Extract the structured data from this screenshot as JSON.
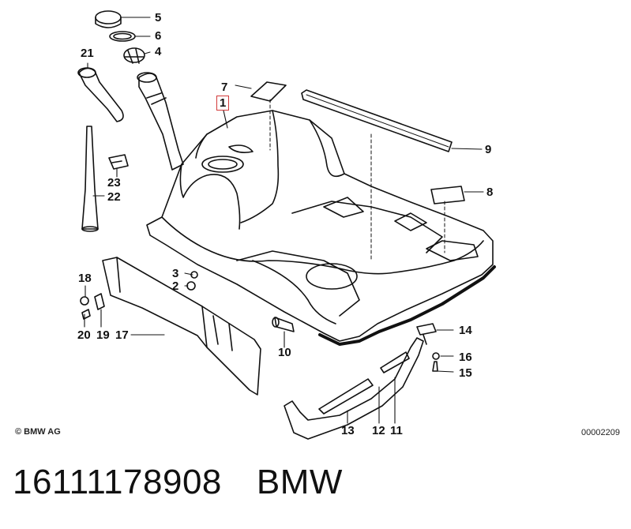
{
  "diagram": {
    "callouts": {
      "c1": "1",
      "c2": "2",
      "c3": "3",
      "c4": "4",
      "c5": "5",
      "c6": "6",
      "c7": "7",
      "c8": "8",
      "c9": "9",
      "c10": "10",
      "c11": "11",
      "c12": "12",
      "c13": "13",
      "c14": "14",
      "c15": "15",
      "c16": "16",
      "c17": "17",
      "c18": "18",
      "c19": "19",
      "c20": "20",
      "c21": "21",
      "c22": "22",
      "c23": "23"
    },
    "highlighted_callout": "1",
    "copyright": "© BMW AG",
    "drawing_number": "00002209"
  },
  "caption": {
    "part_number": "16111178908",
    "brand": "BMW"
  },
  "colors": {
    "line": "#111111",
    "highlight_box": "#d23a3a",
    "background": "#ffffff"
  }
}
